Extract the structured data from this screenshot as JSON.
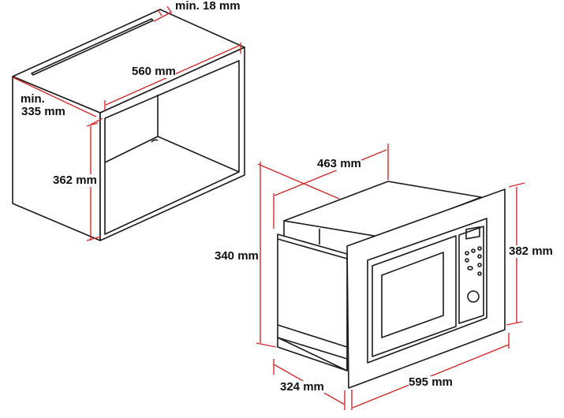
{
  "title": "Built-in microwave installation dimensions",
  "colors": {
    "dimension_line": "#d42a2a",
    "outline": "#1a1a1a"
  },
  "cabinet": {
    "labels": {
      "top_gap": "min. 18 mm",
      "width": "560 mm",
      "depth_line1": "min.",
      "depth_line2": "335 mm",
      "height": "362 mm"
    }
  },
  "appliance": {
    "labels": {
      "depth": "463 mm",
      "body_height": "340 mm",
      "frame_height": "382 mm",
      "body_depth": "324 mm",
      "frame_width": "595 mm"
    }
  }
}
